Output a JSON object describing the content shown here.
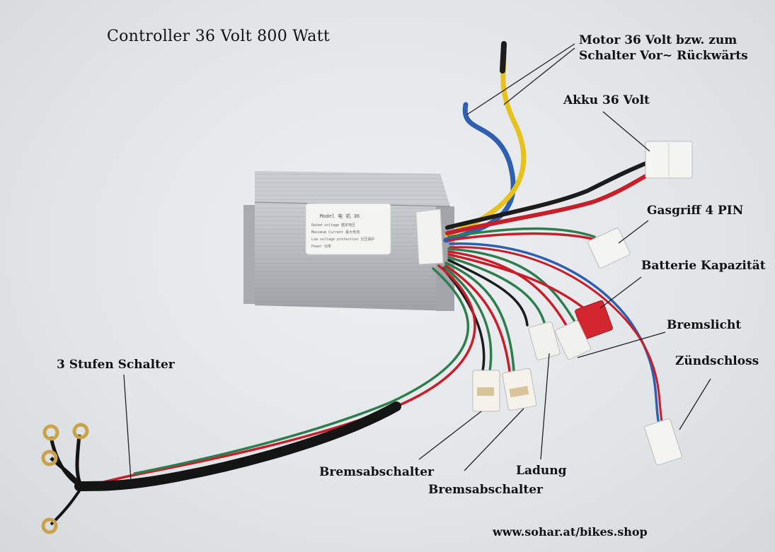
{
  "title": "Controller 36 Volt 800 Watt",
  "labels": {
    "motor_line1": "Motor 36 Volt bzw. zum",
    "motor_line2": "Schalter Vor~ Rückwärts",
    "akku": "Akku 36 Volt",
    "gasgriff": "Gasgriff 4 PIN",
    "batterie": "Batterie Kapazität",
    "bremslicht": "Bremslicht",
    "zuendschloss": "Zündschloss",
    "stufen": "3 Stufen Schalter",
    "bremsabschalter1": "Bremsabschalter",
    "bremsabschalter2": "Bremsabschalter",
    "ladung": "Ladung"
  },
  "sticker": {
    "model": "Model  电 机  36",
    "line1": "Rated voltage 额定电压",
    "line2": "Maximum Current 最大电流",
    "line3": "Low voltage protection 欠压保护",
    "line4": "Power 功率"
  },
  "url": "www.sohar.at/bikes.shop",
  "colors": {
    "wire_blue": "#2f5fb0",
    "wire_yellow": "#e6c21e",
    "wire_black": "#1c1c1c",
    "wire_red": "#c81e2a",
    "wire_green": "#2e7d4f",
    "aluminium": "#b9bdc2"
  }
}
